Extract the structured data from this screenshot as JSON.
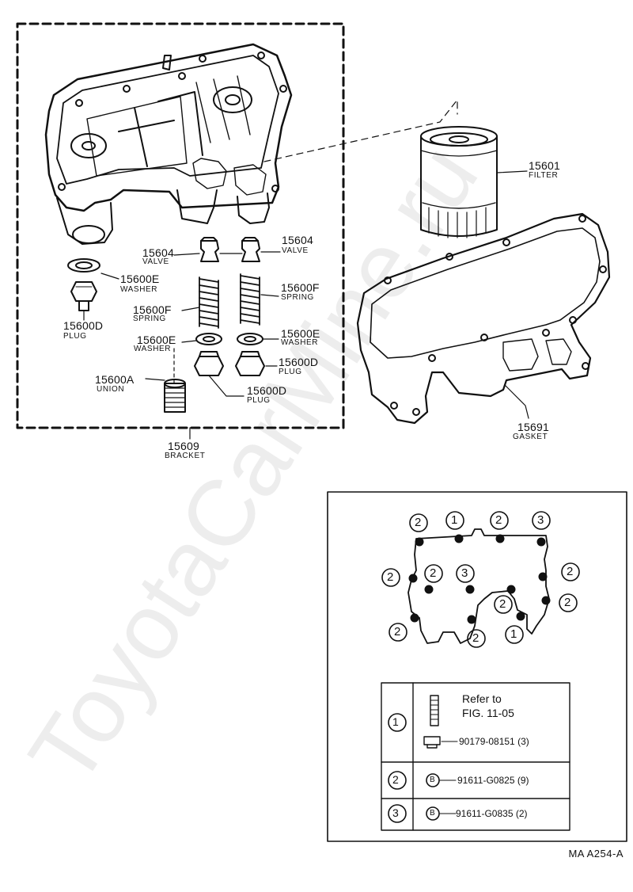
{
  "parts": {
    "valve_left": {
      "number": "15604",
      "name": "VALVE"
    },
    "valve_right": {
      "number": "15604",
      "name": "VALVE"
    },
    "washer_top": {
      "number": "15600E",
      "name": "WASHER"
    },
    "plug_left": {
      "number": "15600D",
      "name": "PLUG"
    },
    "spring_left": {
      "number": "15600F",
      "name": "SPRING"
    },
    "spring_right": {
      "number": "15600F",
      "name": "SPRING"
    },
    "washer_left": {
      "number": "15600E",
      "name": "WASHER"
    },
    "washer_right": {
      "number": "15600E",
      "name": "WASHER"
    },
    "plug_right": {
      "number": "15600D",
      "name": "PLUG"
    },
    "union": {
      "number": "15600A",
      "name": "UNION"
    },
    "plug_bottom": {
      "number": "15600D",
      "name": "PLUG"
    },
    "bracket": {
      "number": "15609",
      "name": "BRACKET"
    },
    "filter": {
      "number": "15601",
      "name": "FILTER"
    },
    "gasket": {
      "number": "15691",
      "name": "GASKET"
    }
  },
  "bolt_diagram": {
    "callouts": [
      "2",
      "1",
      "2",
      "3",
      "2",
      "2",
      "3",
      "2",
      "2",
      "2",
      "2",
      "2",
      "1"
    ]
  },
  "fastener_table": {
    "rows": [
      {
        "key": "1",
        "refer": "Refer to",
        "fig": "FIG. 11-05",
        "part": "90179-08151 (3)"
      },
      {
        "key": "2",
        "badge": "B",
        "part": "91611-G0825 (9)"
      },
      {
        "key": "3",
        "badge": "B",
        "part": "91611-G0835 (2)"
      }
    ]
  },
  "watermark": "ToyotaCarMine.ru",
  "figure_code": "MA  A254-A"
}
